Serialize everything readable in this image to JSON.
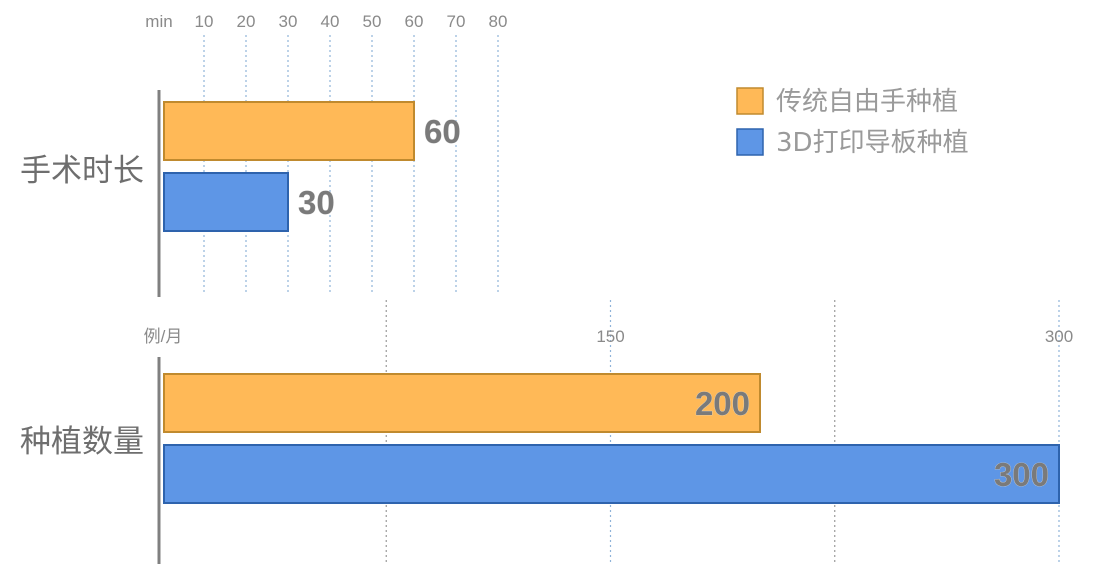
{
  "chart_data": [
    {
      "type": "bar",
      "orientation": "horizontal",
      "category": "手术时长",
      "unit_label": "min",
      "xlim": [
        0,
        90
      ],
      "ticks": [
        10,
        20,
        30,
        40,
        50,
        60,
        70,
        80
      ],
      "series": [
        {
          "name": "传统自由手种植",
          "value": 60,
          "color": "#FFB957"
        },
        {
          "name": "3D打印导板种植",
          "value": 30,
          "color": "#5E96E6"
        }
      ]
    },
    {
      "type": "bar",
      "orientation": "horizontal",
      "category": "种植数量",
      "unit_label": "例/月",
      "xlim": [
        0,
        300
      ],
      "ticks": [
        150,
        300
      ],
      "series": [
        {
          "name": "传统自由手种植",
          "value": 200,
          "color": "#FFB957"
        },
        {
          "name": "3D打印导板种植",
          "value": 300,
          "color": "#5E96E6"
        }
      ]
    }
  ],
  "legend": {
    "placement": "top-right",
    "items": [
      {
        "label": "传统自由手种植",
        "color": "#FFB957",
        "border": "#C08A2E"
      },
      {
        "label": "3D打印导板种植",
        "color": "#5E96E6",
        "border": "#2E63AD"
      }
    ]
  }
}
